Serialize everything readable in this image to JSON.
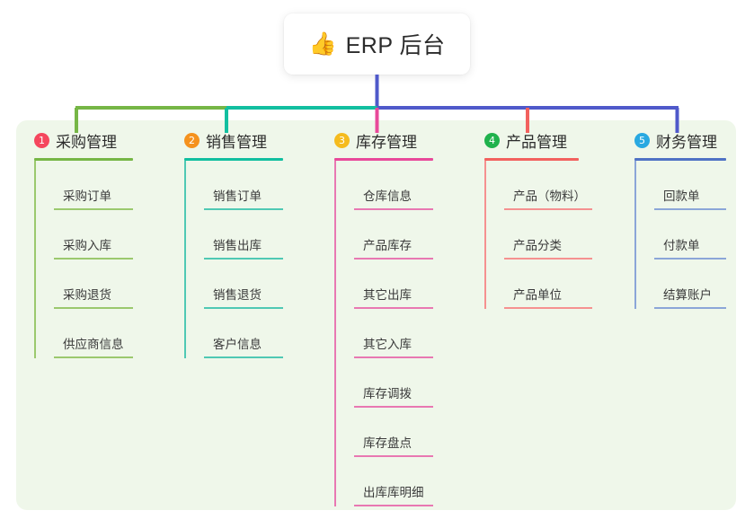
{
  "root": {
    "icon": "thumbs-up-icon",
    "icon_glyph": "👍",
    "title": "ERP 后台"
  },
  "panel": {
    "background": "#eff7ea"
  },
  "connector_colors": {
    "trunk": "#4f59ca",
    "bar_left": "#76b646",
    "bar_mid": "#12bfa0",
    "bar_right": "#4f59ca",
    "drop_1": "#76b646",
    "drop_2": "#12bfa0",
    "drop_3": "#e8499a",
    "drop_4": "#f2615e",
    "drop_5": "#4f59ca"
  },
  "columns": [
    {
      "index": "1",
      "badge_color": "#f5475e",
      "rule_color": "#76b646",
      "line_color": "#9bc96e",
      "title": "采购管理",
      "items": [
        "采购订单",
        "采购入库",
        "采购退货",
        "供应商信息"
      ]
    },
    {
      "index": "2",
      "badge_color": "#f5921e",
      "rule_color": "#12bfa0",
      "line_color": "#4fc9b4",
      "title": "销售管理",
      "items": [
        "销售订单",
        "销售出库",
        "销售退货",
        "客户信息"
      ]
    },
    {
      "index": "3",
      "badge_color": "#f5bb1e",
      "rule_color": "#e8499a",
      "line_color": "#e878b2",
      "title": "库存管理",
      "items": [
        "仓库信息",
        "产品库存",
        "其它出库",
        "其它入库",
        "库存调拨",
        "库存盘点",
        "出库库明细"
      ]
    },
    {
      "index": "4",
      "badge_color": "#20b24d",
      "rule_color": "#f2615e",
      "line_color": "#f59190",
      "title": "产品管理",
      "items": [
        "产品（物料）",
        "产品分类",
        "产品单位"
      ]
    },
    {
      "index": "5",
      "badge_color": "#29a9e1",
      "rule_color": "#4f72c4",
      "line_color": "#8ba6d8",
      "title": "财务管理",
      "items": [
        "回款单",
        "付款单",
        "结算账户"
      ]
    }
  ]
}
